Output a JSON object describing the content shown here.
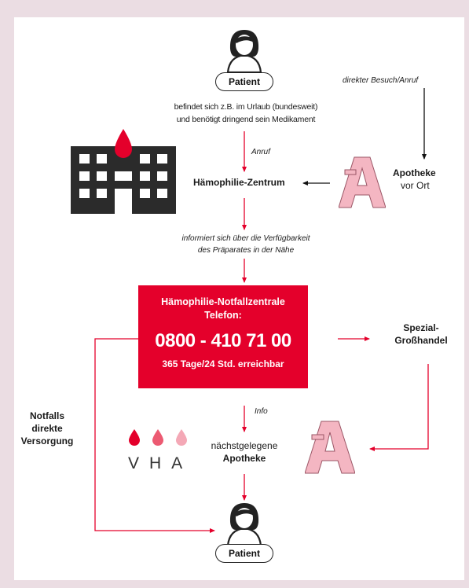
{
  "patient_top": {
    "label": "Patient"
  },
  "patient_bottom": {
    "label": "Patient"
  },
  "situation": {
    "line1": "befindet sich z.B. im Urlaub (bundesweit)",
    "line2": "und benötigt dringend sein Medikament"
  },
  "edge_direct_visit": "direkter Besuch/Anruf",
  "edge_call": "Anruf",
  "hemophilia_center": "Hämophilie-Zentrum",
  "local_pharmacy": {
    "line1": "Apotheke",
    "line2": "vor Ort"
  },
  "inform": {
    "line1": "informiert sich über die Verfügbarkeit",
    "line2": "des Präparates in der Nähe"
  },
  "emergency_center": {
    "name": "Hämophilie-Notfallzentrale",
    "phone_label": "Telefon:",
    "phone_number": "0800 - 410 71 00",
    "availability": "365 Tage/24 Std. erreichbar"
  },
  "wholesale": {
    "line1": "Spezial-",
    "line2": "Großhandel"
  },
  "emergency_supply": {
    "line1": "Notfalls",
    "line2": "direkte",
    "line3": "Versorgung"
  },
  "edge_info": "Info",
  "nearest_pharmacy": {
    "line1": "nächstgelegene",
    "line2": "Apotheke"
  },
  "vha_logo_text": "VHA",
  "colors": {
    "accent_red": "#e4002b",
    "pharmacy_pink": "#f4b6c2",
    "building": "#2b2b2b",
    "background": "#ebdde3"
  }
}
